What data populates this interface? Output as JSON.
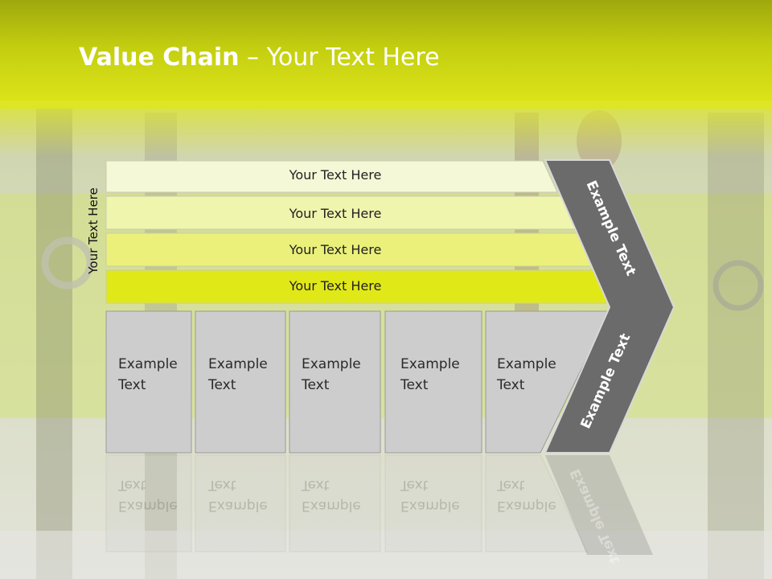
{
  "title": {
    "bold": "Value Chain",
    "rest": " – Your Text Here"
  },
  "side_label": "Your Text Here",
  "rows": [
    {
      "label": "Your Text Here",
      "color": "#f5f8d6"
    },
    {
      "label": "Your Text Here",
      "color": "#f0f5ae"
    },
    {
      "label": "Your Text Here",
      "color": "#eaf07a"
    },
    {
      "label": "Your Text Here",
      "color": "#e1e818"
    }
  ],
  "boxes": [
    {
      "line1": "Example",
      "line2": "Text"
    },
    {
      "line1": "Example",
      "line2": "Text"
    },
    {
      "line1": "Example",
      "line2": "Text"
    },
    {
      "line1": "Example",
      "line2": "Text"
    },
    {
      "line1": "Example",
      "line2": "Text"
    }
  ],
  "arrow": {
    "upper": "Example Text",
    "lower": "Example Text",
    "color": "#6b6b6b"
  }
}
